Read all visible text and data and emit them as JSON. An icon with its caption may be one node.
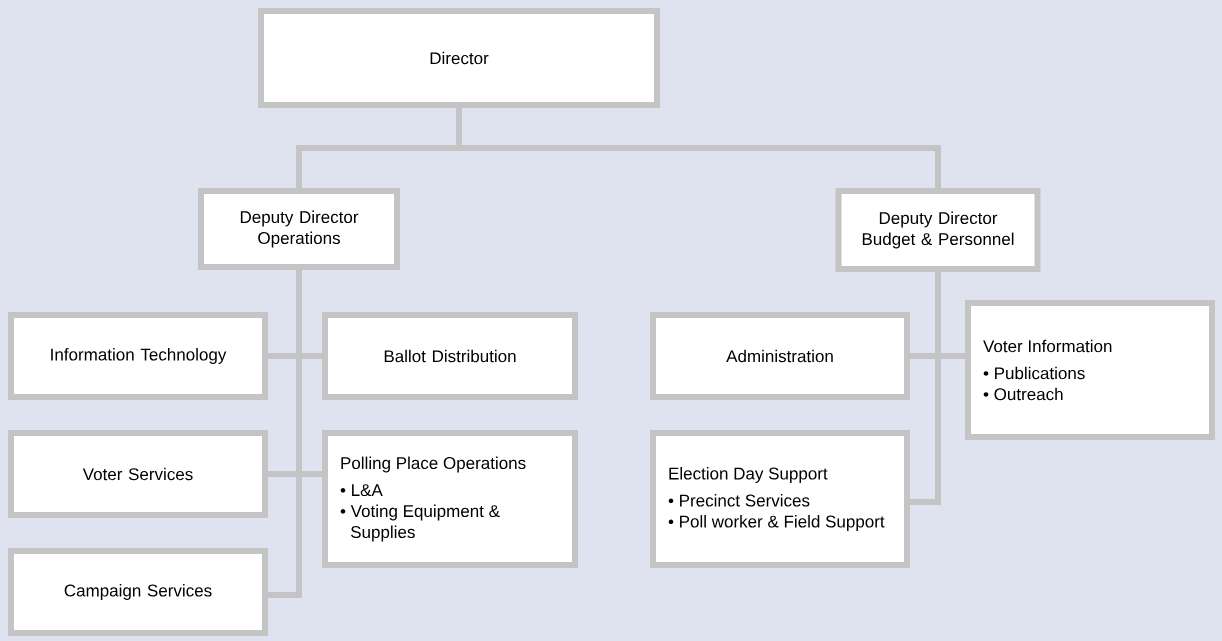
{
  "diagram": {
    "nodes": [
      {
        "text": [
          "Director"
        ]
      },
      {
        "text": [
          "Deputy Director Operations"
        ]
      },
      {
        "text": [
          "Deputy Director Budget & Personnel"
        ]
      },
      {
        "text": [
          "Information Technology"
        ]
      },
      {
        "text": [
          "Ballot Distribution"
        ]
      },
      {
        "text": [
          "Voter Services"
        ]
      },
      {
        "text": [
          "Polling Place Operations",
          "• L&A",
          "• Voting Equipment & Supplies"
        ]
      },
      {
        "text": [
          "Campaign Services"
        ]
      },
      {
        "text": [
          "Administration"
        ]
      },
      {
        "text": [
          "Voter Information",
          "• Publications",
          "• Outreach"
        ]
      },
      {
        "text": [
          "Election Day Support",
          "• Precinct Services",
          "• Poll worker & Field Support"
        ]
      }
    ],
    "edges": [
      {
        "from": 0,
        "to": 1,
        "arrow": "none"
      },
      {
        "from": 0,
        "to": 2,
        "arrow": "none"
      },
      {
        "from": 1,
        "to": 3,
        "arrow": "none"
      },
      {
        "from": 1,
        "to": 4,
        "arrow": "none"
      },
      {
        "from": 1,
        "to": 5,
        "arrow": "none"
      },
      {
        "from": 1,
        "to": 6,
        "arrow": "none"
      },
      {
        "from": 1,
        "to": 7,
        "arrow": "none"
      },
      {
        "from": 2,
        "to": 8,
        "arrow": "none"
      },
      {
        "from": 2,
        "to": 9,
        "arrow": "none"
      },
      {
        "from": 2,
        "to": 10,
        "arrow": "none"
      }
    ]
  }
}
